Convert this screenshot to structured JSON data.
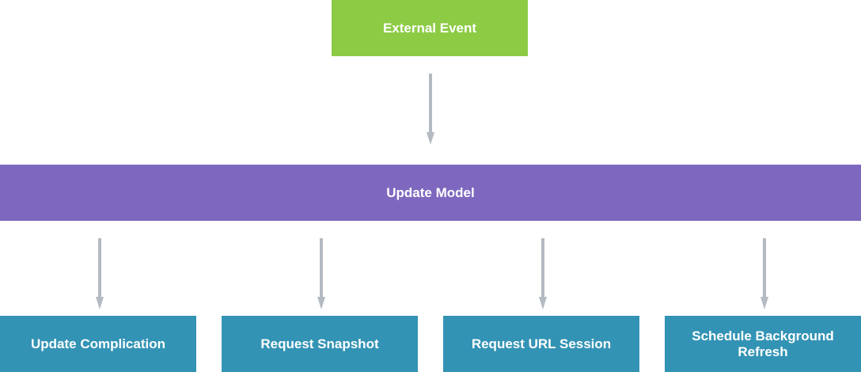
{
  "colors": {
    "top": "#8dcb45",
    "middle": "#7e68bf",
    "bottom": "#3393b5",
    "arrow": "#b3bac1"
  },
  "diagram": {
    "source": "External Event",
    "hub": "Update Model",
    "outputs": [
      "Update Complication",
      "Request Snapshot",
      "Request URL Session",
      "Schedule Background Refresh"
    ]
  }
}
